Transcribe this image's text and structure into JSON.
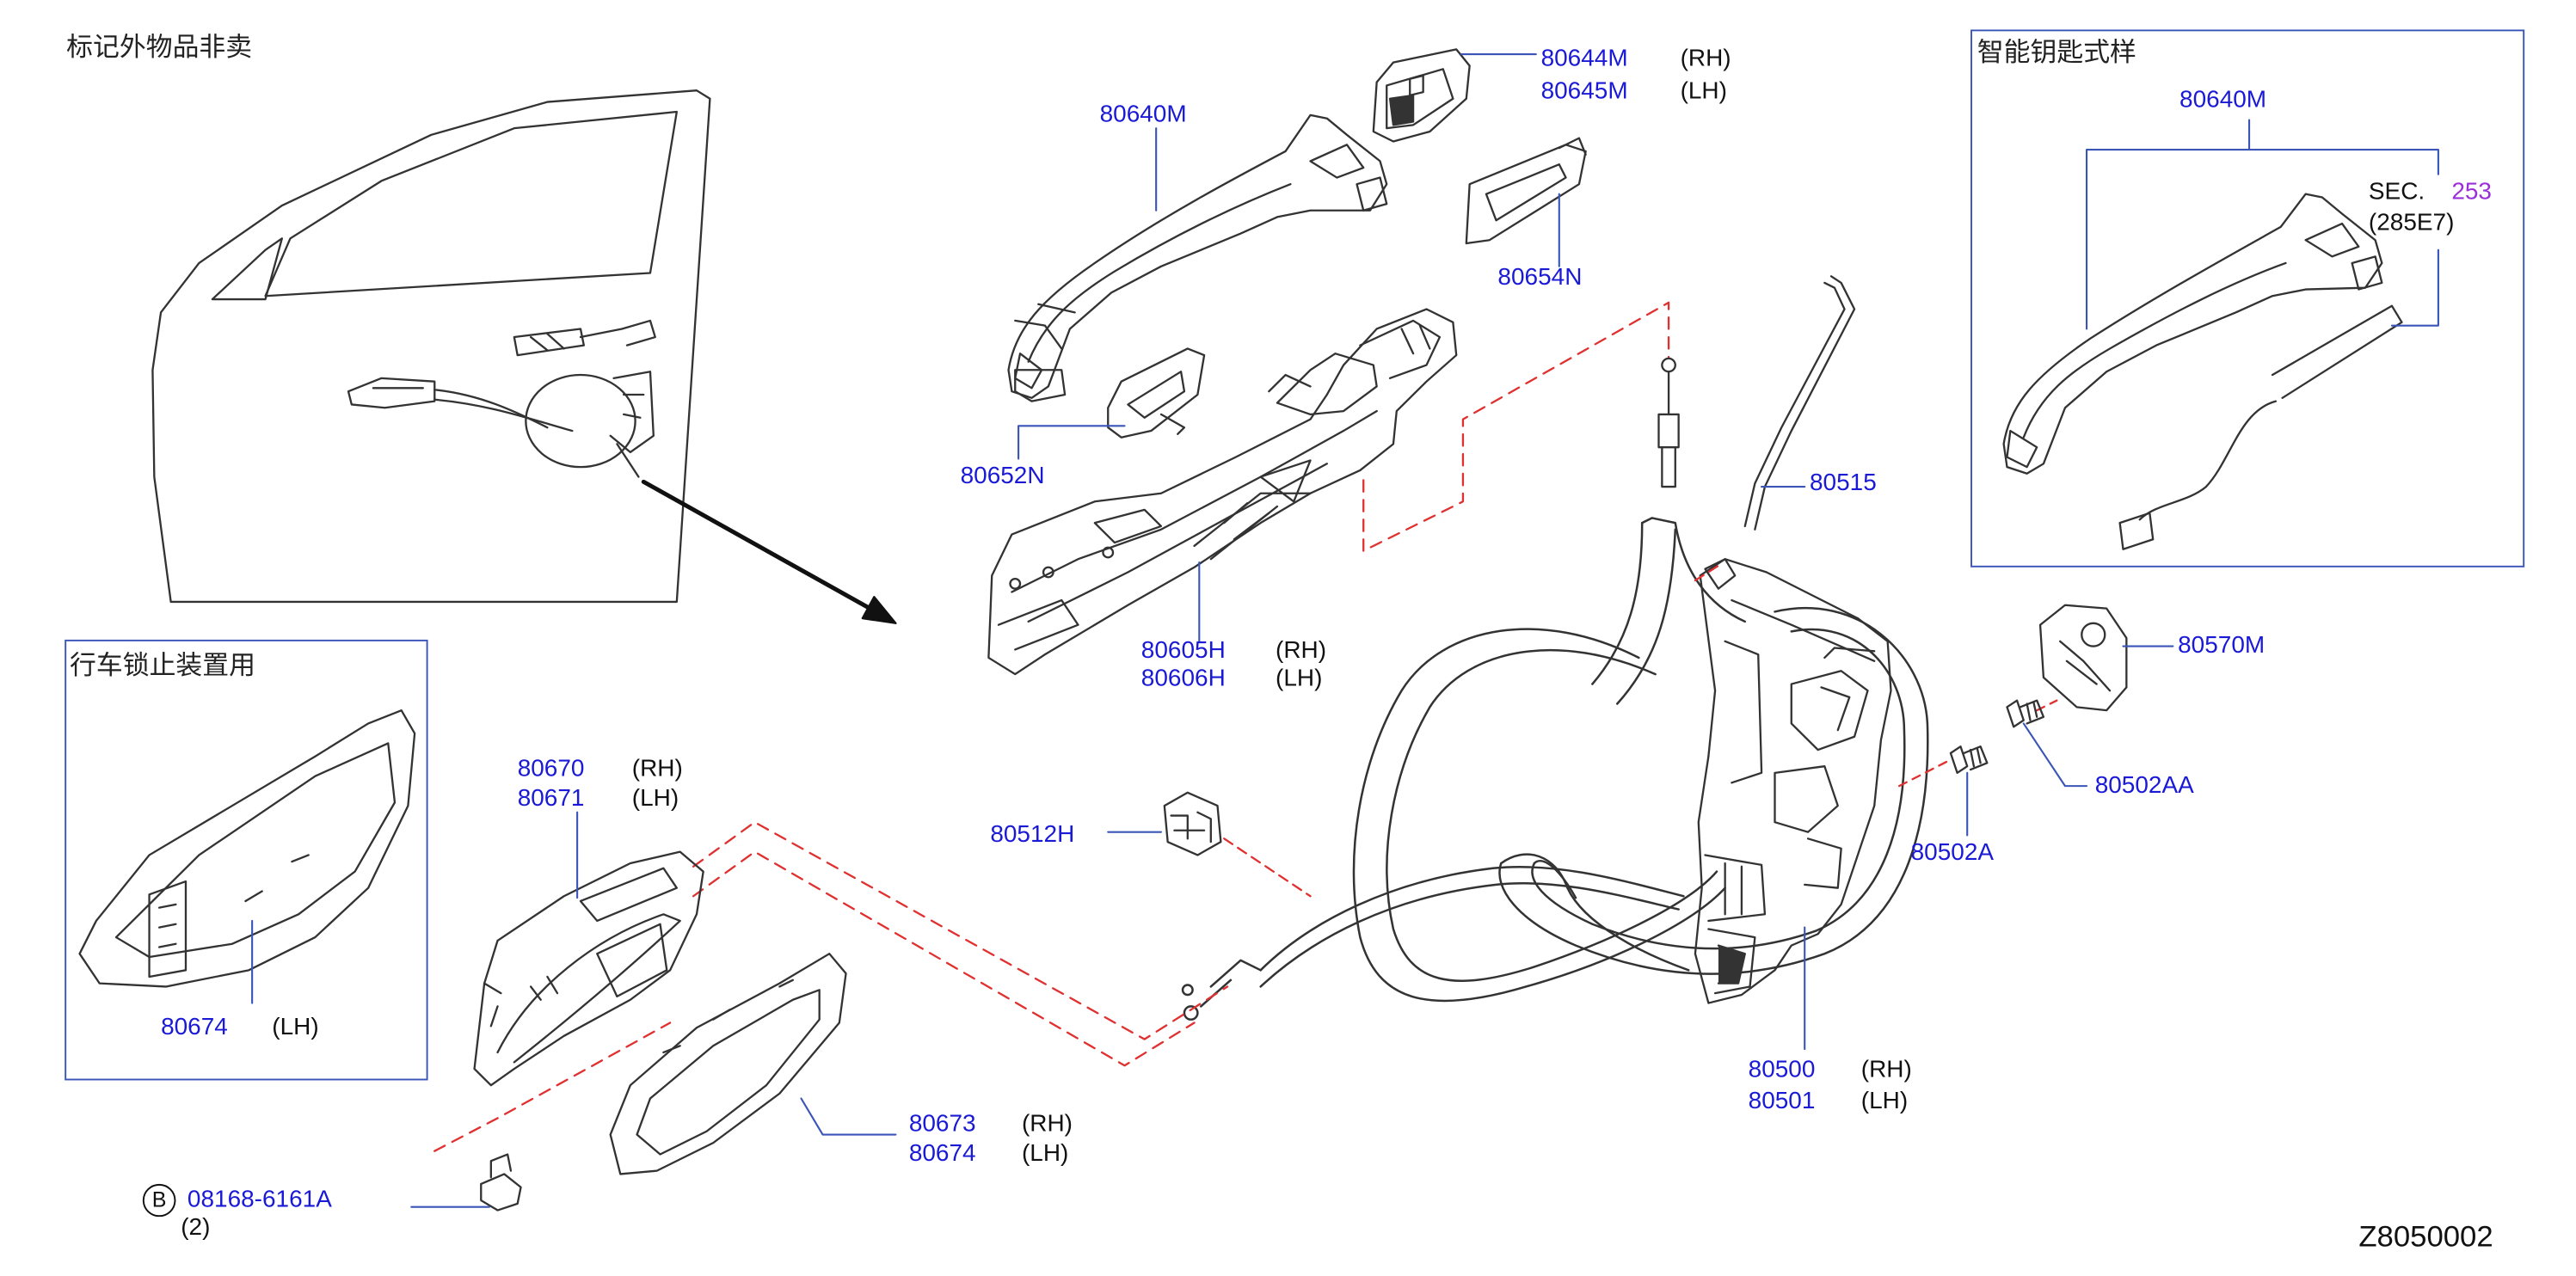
{
  "notes": {
    "not_for_sale": "标记外物品非卖",
    "child_lock": "行车锁止装置用",
    "smart_key": "智能钥匙式样"
  },
  "sec_ref": {
    "sec": "SEC.",
    "num": "253",
    "sub": "(285E7)"
  },
  "parts": {
    "p80644M": "80644M",
    "p80644M_side": "(RH)",
    "p80645M": "80645M",
    "p80645M_side": "(LH)",
    "p80640M": "80640M",
    "p80654N": "80654N",
    "p80652N": "80652N",
    "p80605H": "80605H",
    "p80605H_side": "(RH)",
    "p80606H": "80606H",
    "p80606H_side": "(LH)",
    "p80515": "80515",
    "p80640M_smart": "80640M",
    "p80570M": "80570M",
    "p80502AA": "80502AA",
    "p80502A": "80502A",
    "p80512H": "80512H",
    "p80500": "80500",
    "p80500_side": "(RH)",
    "p80501": "80501",
    "p80501_side": "(LH)",
    "p80670": "80670",
    "p80670_side": "(RH)",
    "p80671": "80671",
    "p80671_side": "(LH)",
    "p80674_box": "80674",
    "p80674_box_side": "(LH)",
    "p80673": "80673",
    "p80673_side": "(RH)",
    "p80674": "80674",
    "p80674_side": "(LH)",
    "bolt_marker": "B",
    "bolt": "08168-6161A",
    "bolt_qty": "(2)"
  },
  "diagram_code": "Z8050002",
  "colors": {
    "callout_text": "#1a1ad6",
    "leader": "#3a55b8",
    "dashed_link": "#e03030",
    "sec_number": "#9b30d9",
    "line_art": "#333333"
  }
}
